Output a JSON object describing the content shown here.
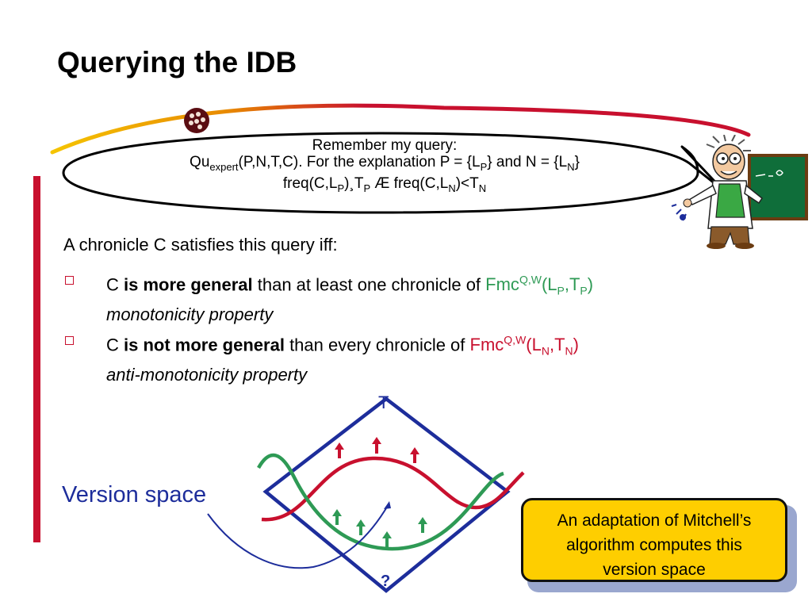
{
  "slide": {
    "title": "Querying the IDB"
  },
  "bubble": {
    "line1": "Remember my query:",
    "line2_prefix": "Qu",
    "line2_sub": "expert",
    "line2_mid": "(P,N,T,C). For the explanation P = {L",
    "line2_sub_p": "P",
    "line2_mid2": "} and N = {L",
    "line2_sub_n": "N",
    "line2_end": "}",
    "line3_a": "freq(C,L",
    "line3_sub_p": "P",
    "line3_b": ")¸T",
    "line3_sub_tp": "P",
    "line3_c": " Æ freq(C,L",
    "line3_sub_n": "N",
    "line3_d": ")<T",
    "line3_sub_tn": "N"
  },
  "content": {
    "intro": "A chronicle C satisfies this query iff:",
    "bullet1": {
      "pre": "C ",
      "bold": "is more general",
      "mid": " than at least one chronicle of ",
      "fmc": "Fmc",
      "sup": "Q,W",
      "paren_open": "(L",
      "sub1": "P",
      "comma_t": ",T",
      "sub2": "P",
      "paren_close": ")",
      "italic": "monotonicity property"
    },
    "bullet2": {
      "pre": "C ",
      "bold": "is not more general",
      "mid": " than every chronicle of ",
      "fmc": "Fmc",
      "sup": "Q,W",
      "paren_open": "(L",
      "sub1": "N",
      "comma_t": ",T",
      "sub2": "N",
      "paren_close": ")",
      "italic": "anti-monotonicity property"
    }
  },
  "diagram": {
    "top_label": "T",
    "bottom_label": "?",
    "version_space_label": "Version space"
  },
  "note": {
    "line1": "An adaptation of Mitchell’s",
    "line2": "algorithm computes this",
    "line3": "version space"
  },
  "colors": {
    "accent_red": "#c8102e",
    "navy": "#1d2d9b",
    "green": "#2e9a55",
    "note_yellow": "#fece00"
  }
}
